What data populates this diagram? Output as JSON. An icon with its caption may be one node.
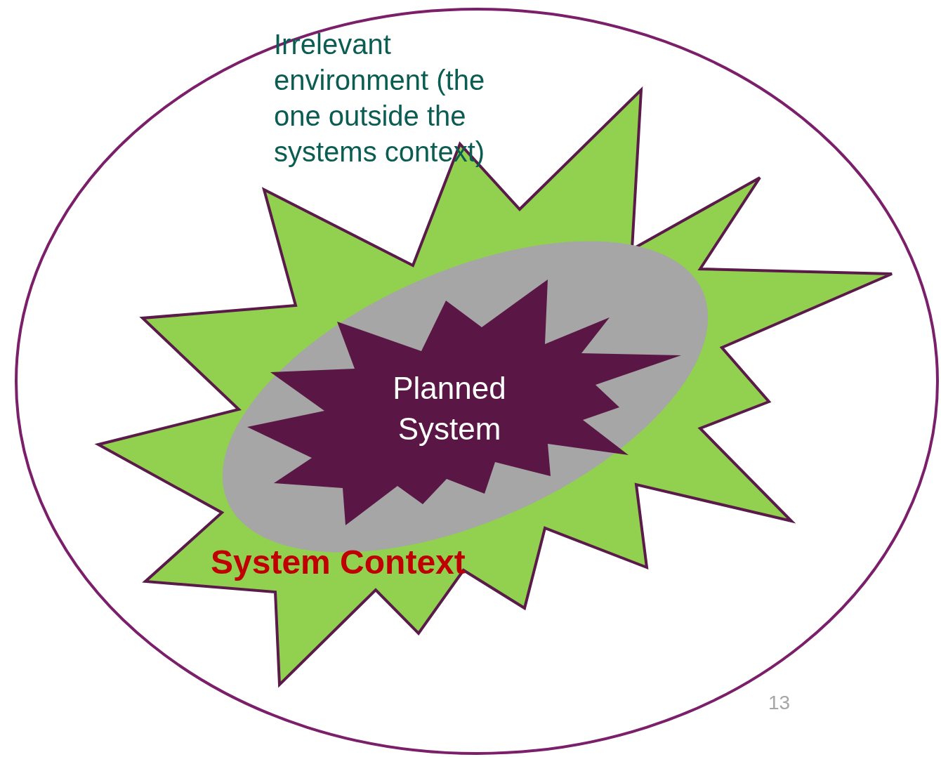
{
  "diagram": {
    "nodes": [
      {
        "text": [
          "Irrelevant environment (the one outside the systems context)"
        ]
      },
      {
        "text": [
          "System Context"
        ],
        "in": 0
      },
      {
        "text": [],
        "shape": "ellipse",
        "in": 1
      },
      {
        "text": [
          "Planned System"
        ],
        "in": 2
      }
    ],
    "labels": [
      "13"
    ]
  }
}
